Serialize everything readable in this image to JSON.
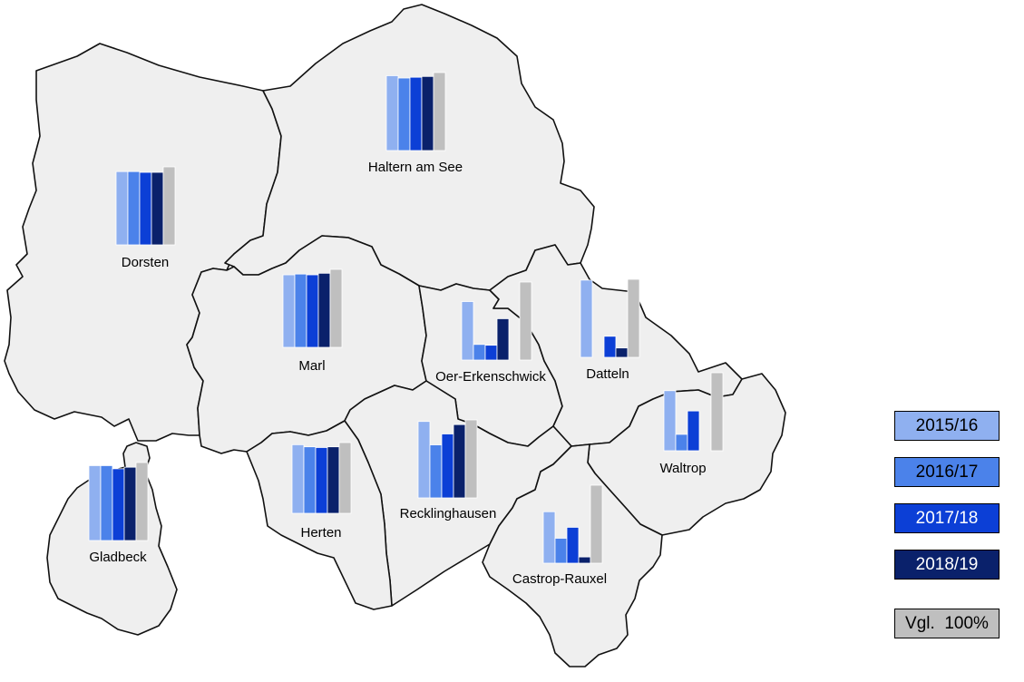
{
  "colors": {
    "s2015": "#8fb0f0",
    "s2016": "#4b82ea",
    "s2017": "#0c3fd6",
    "s2018": "#0a216b",
    "ref": "#bfbfbf",
    "region_fill": "#efefef"
  },
  "legend": [
    {
      "label": "2015/16",
      "color": "#8fb0f0"
    },
    {
      "label": "2016/17",
      "color": "#4b82ea"
    },
    {
      "label": "2017/18",
      "color": "#0c3fd6"
    },
    {
      "label": "2018/19",
      "color": "#0a216b"
    },
    {
      "label": "Vgl.  100%",
      "color": "#bfbfbf"
    }
  ],
  "chart_data": {
    "type": "bar",
    "series_names": [
      "2015/16",
      "2016/17",
      "2017/18",
      "2018/19",
      "Vgl. 100%"
    ],
    "unit": "% relative to reference (Vgl. 100%)",
    "regions": [
      {
        "name": "Haltern am See",
        "values": [
          96,
          93,
          94,
          95,
          100
        ]
      },
      {
        "name": "Dorsten",
        "values": [
          94,
          94,
          93,
          93,
          100
        ]
      },
      {
        "name": "Marl",
        "values": [
          93,
          94,
          93,
          95,
          100
        ]
      },
      {
        "name": "Oer-Erkenschwick",
        "values": [
          75,
          20,
          19,
          53,
          100
        ]
      },
      {
        "name": "Datteln",
        "values": [
          99,
          0,
          27,
          12,
          100
        ]
      },
      {
        "name": "Waltrop",
        "values": [
          77,
          21,
          51,
          0,
          100
        ]
      },
      {
        "name": "Recklinghausen",
        "values": [
          98,
          68,
          82,
          94,
          100
        ]
      },
      {
        "name": "Herten",
        "values": [
          97,
          94,
          93,
          94,
          100
        ]
      },
      {
        "name": "Gladbeck",
        "values": [
          96,
          96,
          92,
          94,
          100
        ]
      },
      {
        "name": "Castrop-Rauxel",
        "values": [
          66,
          32,
          46,
          8,
          100
        ]
      }
    ]
  }
}
